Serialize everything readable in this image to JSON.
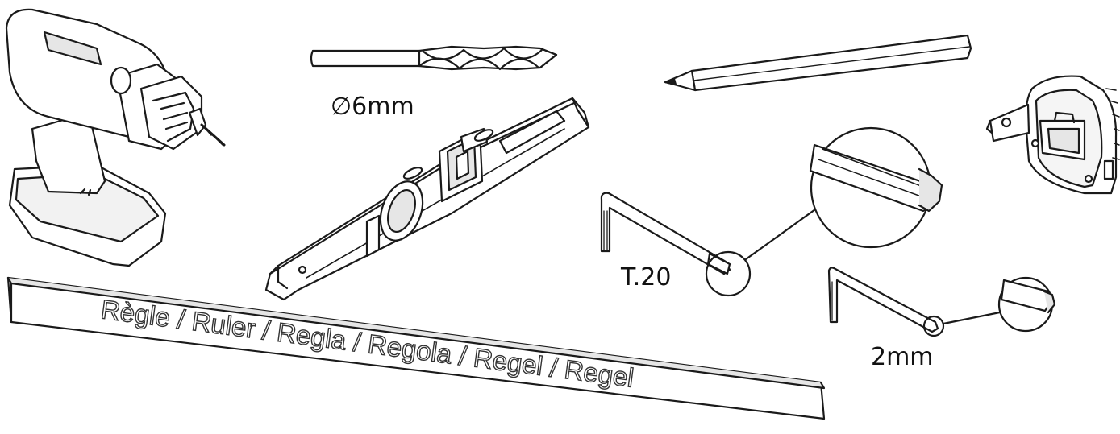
{
  "labels": {
    "drill_bit_size": "∅6mm",
    "torx_key": "T.20",
    "hex_key": "2mm",
    "ruler": "Règle / Ruler / Regla / Regola / Regel / Regel"
  },
  "colors": {
    "line": "#1a1a1a",
    "fill": "#ffffff",
    "shade": "#e6e6e6"
  },
  "icons": [
    "drill-icon",
    "drill-bit-icon",
    "pencil-icon",
    "tape-measure-icon",
    "spirit-level-icon",
    "torx-key-icon",
    "hex-key-icon",
    "ruler-icon"
  ]
}
